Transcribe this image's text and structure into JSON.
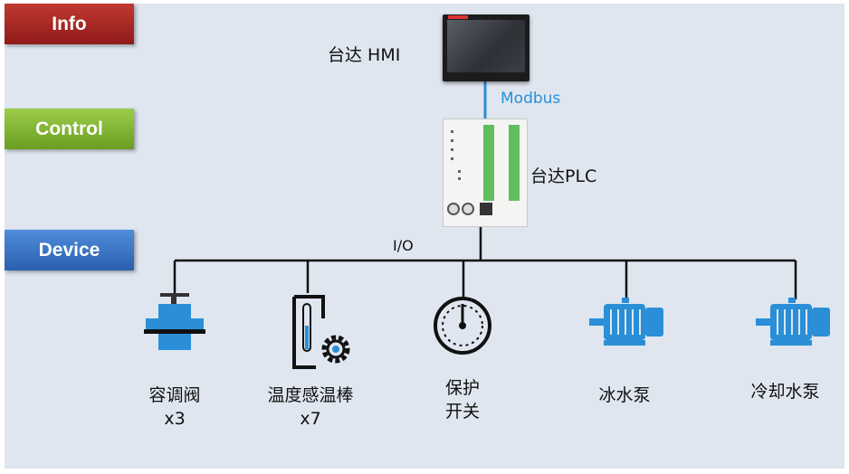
{
  "tags": {
    "info": "Info",
    "control": "Control",
    "device": "Device"
  },
  "hmi": {
    "label": "台达 HMI"
  },
  "link": {
    "modbus": "Modbus",
    "io": "I/O"
  },
  "plc": {
    "label": "台达PLC"
  },
  "devices": [
    {
      "line1": "容调阀",
      "line2": "x3",
      "icon": "valve-icon"
    },
    {
      "line1": "温度感温棒",
      "line2": "x7",
      "icon": "thermometer-gear-icon"
    },
    {
      "line1": "保护",
      "line2": "开关",
      "icon": "gauge-switch-icon"
    },
    {
      "line1": "冰水泵",
      "line2": "",
      "icon": "pump-icon"
    },
    {
      "line1": "冷却水泵",
      "line2": "",
      "icon": "pump-icon"
    }
  ],
  "colors": {
    "accent": "#2a8fd6",
    "icon_blue": "#3a9be0",
    "line": "#111111"
  }
}
